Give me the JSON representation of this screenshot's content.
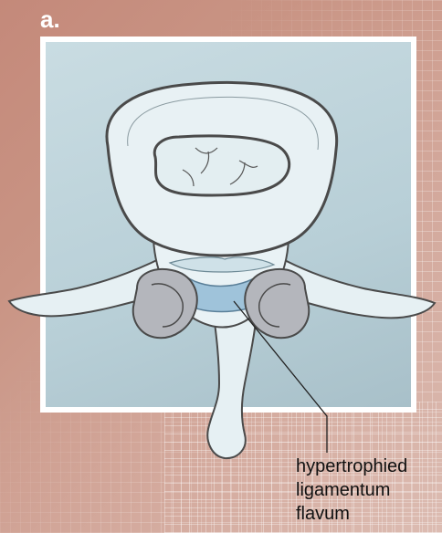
{
  "panel": {
    "label": "a."
  },
  "callout": {
    "lines": [
      "hypertrophied",
      "ligamentum",
      "flavum"
    ]
  },
  "colors": {
    "background": "#c99484",
    "frame": "#ffffff",
    "panel_fill": "#b8cfd7",
    "bone": "#e3eef1",
    "bone_outline": "#4a4a4a",
    "facet_joint": "#b4b6bc",
    "ligament": "#8fb5cf"
  }
}
